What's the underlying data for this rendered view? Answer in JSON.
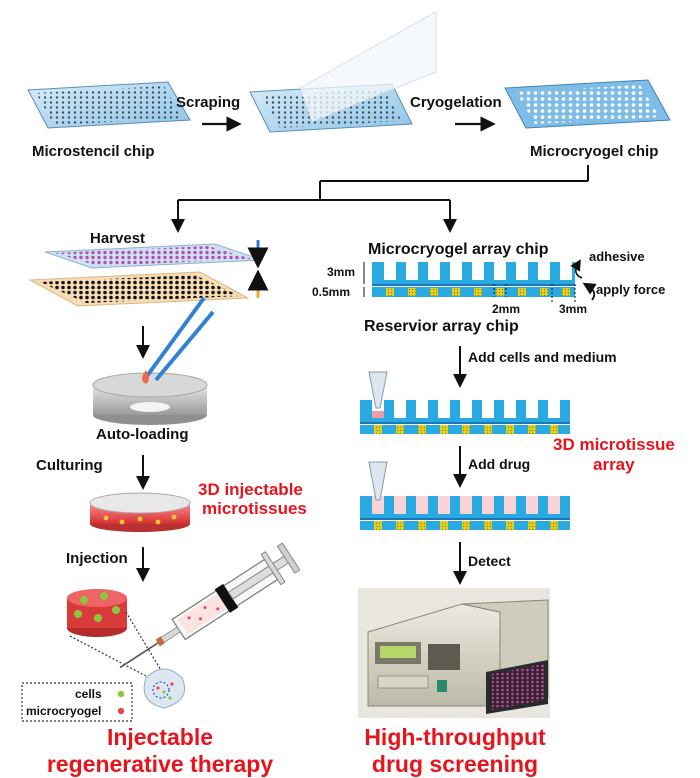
{
  "top_row": {
    "microstencil_label": "Microstencil chip",
    "scraping_label": "Scraping",
    "cryogelation_label": "Cryogelation",
    "microcryogel_label": "Microcryogel chip"
  },
  "left_branch": {
    "harvest_label": "Harvest",
    "autoloading_label": "Auto-loading",
    "culturing_label": "Culturing",
    "injectable_microtissues_line1": "3D injectable",
    "injectable_microtissues_line2": "microtissues",
    "injection_label": "Injection",
    "legend_cells": "cells",
    "legend_microcryogel": "microcryogel",
    "therapy_line1": "Injectable",
    "therapy_line2": "regenerative therapy"
  },
  "right_branch": {
    "array_chip_label": "Microcryogel array chip",
    "adhesive_label": "adhesive",
    "apply_force_label": "apply force",
    "dim_3mm": "3mm",
    "dim_05mm": "0.5mm",
    "dim_2mm": "2mm",
    "dim_3mm_b": "3mm",
    "reservoir_label": "Reservior array chip",
    "add_cells_label": "Add cells and medium",
    "microtissue_array_line1": "3D microtissue",
    "microtissue_array_line2": "array",
    "add_drug_label": "Add drug",
    "detect_label": "Detect",
    "screening_line1": "High-throughput",
    "screening_line2": "drug screening"
  },
  "colors": {
    "red_text": "#e8141c",
    "chip_blue": "#29abe2",
    "chip_dark_blue": "#1b75bb",
    "arrow": "#111111"
  }
}
